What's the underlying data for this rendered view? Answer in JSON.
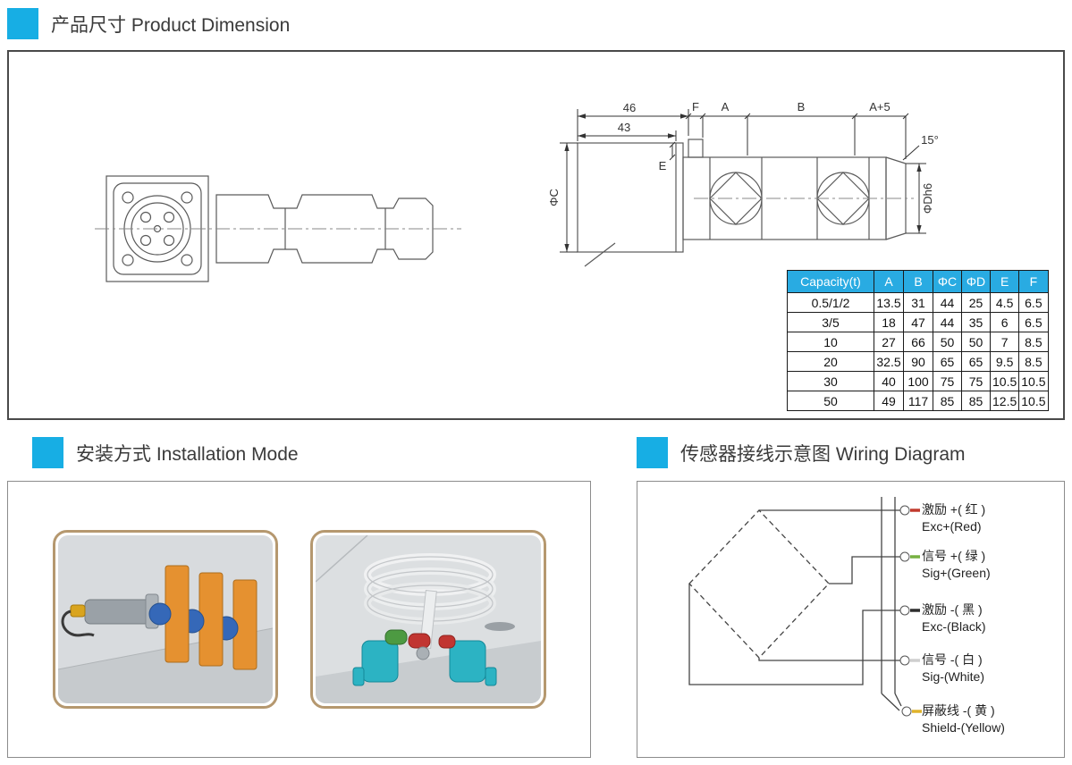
{
  "colors": {
    "accent": "#17aee4",
    "table_header_bg": "#29abe2",
    "photo_frame_border": "#b5986f"
  },
  "sections": {
    "dimension": {
      "title": "产品尺寸 Product Dimension"
    },
    "installation": {
      "title": "安装方式 Installation Mode"
    },
    "wiring": {
      "title": "传感器接线示意图  Wiring Diagram"
    }
  },
  "drawing_labels": {
    "d46": "46",
    "d43": "43",
    "f": "F",
    "a": "A",
    "b": "B",
    "a5": "A+5",
    "e": "E",
    "angle": "15°",
    "phi_c": "ΦC",
    "phi_d": "ΦDh6"
  },
  "dimension_table": {
    "headers": [
      "Capacity(t)",
      "A",
      "B",
      "ΦC",
      "ΦD",
      "E",
      "F"
    ],
    "rows": [
      [
        "0.5/1/2",
        "13.5",
        "31",
        "44",
        "25",
        "4.5",
        "6.5"
      ],
      [
        "3/5",
        "18",
        "47",
        "44",
        "35",
        "6",
        "6.5"
      ],
      [
        "10",
        "27",
        "66",
        "50",
        "50",
        "7",
        "8.5"
      ],
      [
        "20",
        "32.5",
        "90",
        "65",
        "65",
        "9.5",
        "8.5"
      ],
      [
        "30",
        "40",
        "100",
        "75",
        "75",
        "10.5",
        "10.5"
      ],
      [
        "50",
        "49",
        "117",
        "85",
        "85",
        "12.5",
        "10.5"
      ]
    ]
  },
  "wiring_diagram": {
    "connectors": [
      {
        "cn": "激励 +( 红 )",
        "en": "Exc+(Red)",
        "color": "#c13a2e"
      },
      {
        "cn": "信号 +( 绿 )",
        "en": "Sig+(Green)",
        "color": "#76b041"
      },
      {
        "cn": "激励 -( 黑 )",
        "en": "Exc-(Black)",
        "color": "#2e2e2e"
      },
      {
        "cn": "信号 -( 白 )",
        "en": "Sig-(White)",
        "color": "#cfcfcf"
      },
      {
        "cn": "屏蔽线 -( 黄 )",
        "en": "Shield-(Yellow)",
        "color": "#e0b32a"
      }
    ]
  }
}
